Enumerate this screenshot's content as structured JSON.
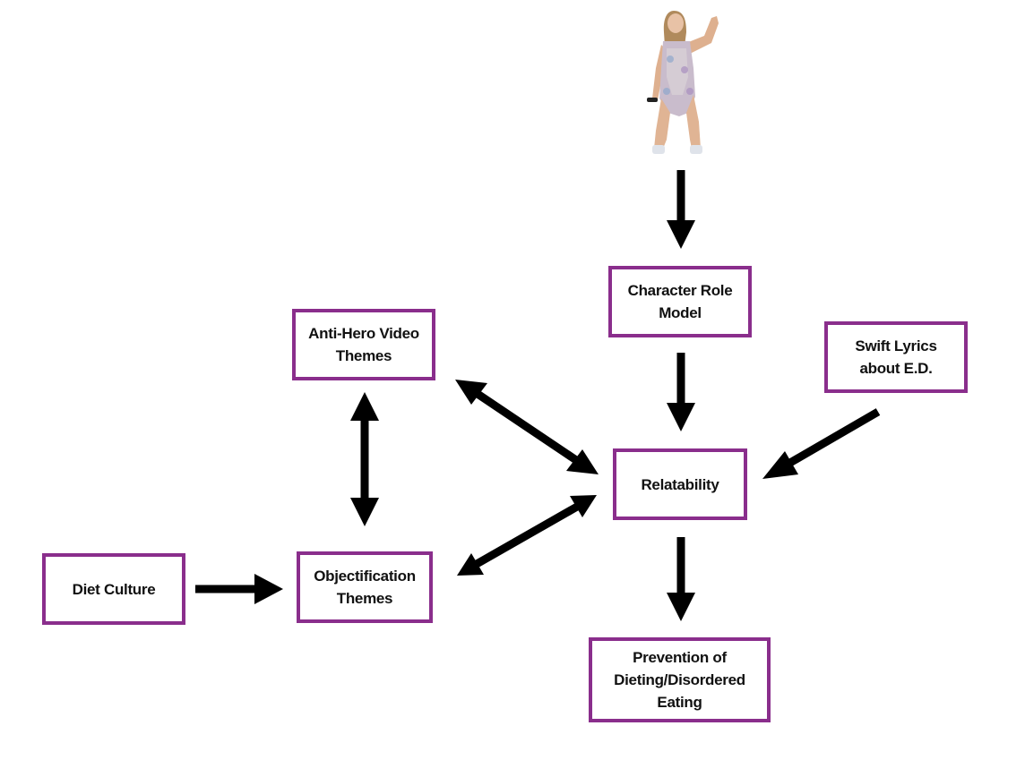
{
  "diagram": {
    "border_color": "#8a2e8c",
    "arrow_color": "#000000",
    "image": {
      "name": "performer-photo",
      "description": "Photo of a performer in a sparkly bodysuit holding a microphone, flexing arm"
    },
    "nodes": {
      "character": "Character Role\nModel",
      "antihero": "Anti-Hero Video\nThemes",
      "swift": "Swift Lyrics\nabout E.D.",
      "relatability": "Relatability",
      "diet": "Diet Culture",
      "objectification": "Objectification\nThemes",
      "prevention": "Prevention of\nDieting/Disordered\nEating"
    },
    "edges": [
      {
        "from": "performer-photo",
        "to": "character",
        "type": "one-way"
      },
      {
        "from": "character",
        "to": "relatability",
        "type": "one-way"
      },
      {
        "from": "swift",
        "to": "relatability",
        "type": "one-way"
      },
      {
        "from": "antihero",
        "to": "relatability",
        "type": "two-way"
      },
      {
        "from": "antihero",
        "to": "objectification",
        "type": "two-way"
      },
      {
        "from": "objectification",
        "to": "relatability",
        "type": "two-way"
      },
      {
        "from": "diet",
        "to": "objectification",
        "type": "one-way"
      },
      {
        "from": "relatability",
        "to": "prevention",
        "type": "one-way"
      }
    ]
  }
}
